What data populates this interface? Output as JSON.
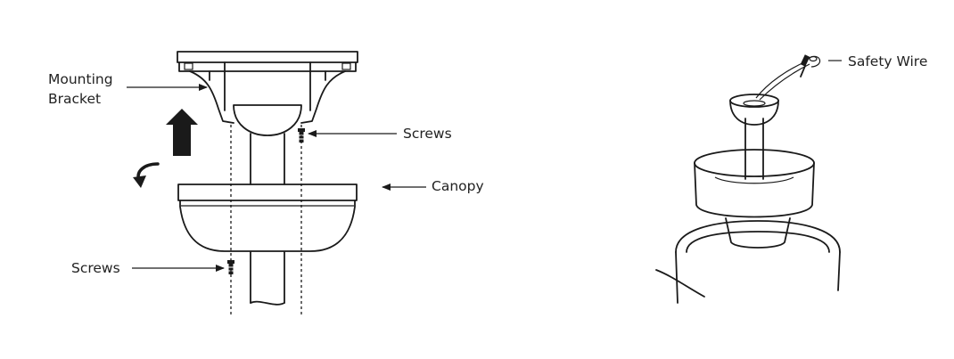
{
  "left_figure": {
    "labels": {
      "mounting_bracket_line1": "Mounting",
      "mounting_bracket_line2": "Bracket",
      "screws_upper": "Screws",
      "canopy": "Canopy",
      "screws_lower": "Screws"
    }
  },
  "right_figure": {
    "labels": {
      "safety_wire": "Safety Wire"
    }
  },
  "colors": {
    "line": "#1a1a1a",
    "text": "#222222",
    "background": "#ffffff"
  }
}
